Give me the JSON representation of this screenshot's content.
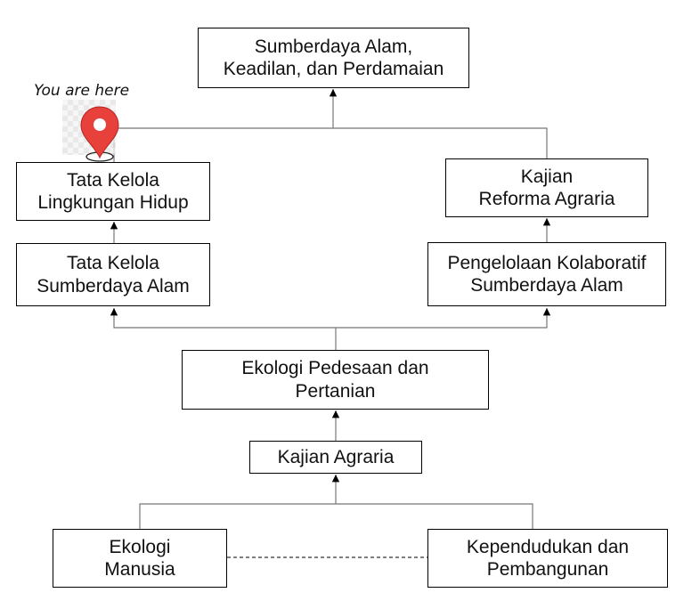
{
  "marker": {
    "label": "You are here",
    "icon": "location-pin-icon",
    "color": "#e8403a"
  },
  "nodes": {
    "top": [
      "Sumberdaya Alam,",
      "Keadilan, dan Perdamaian"
    ],
    "tata_kelola_lh": [
      "Tata Kelola",
      "Lingkungan Hidup"
    ],
    "tata_kelola_sda": [
      "Tata Kelola",
      "Sumberdaya Alam"
    ],
    "reforma_agraria": [
      "Kajian",
      "Reforma Agraria"
    ],
    "pengelolaan_kolaboratif": [
      "Pengelolaan Kolaboratif",
      "Sumberdaya Alam"
    ],
    "ekologi_pedesaan": [
      "Ekologi Pedesaan dan",
      "Pertanian"
    ],
    "kajian_agraria": [
      "Kajian Agraria"
    ],
    "ekologi_manusia": [
      "Ekologi",
      "Manusia"
    ],
    "kependudukan": [
      "Kependudukan dan",
      "Pembangunan"
    ]
  }
}
